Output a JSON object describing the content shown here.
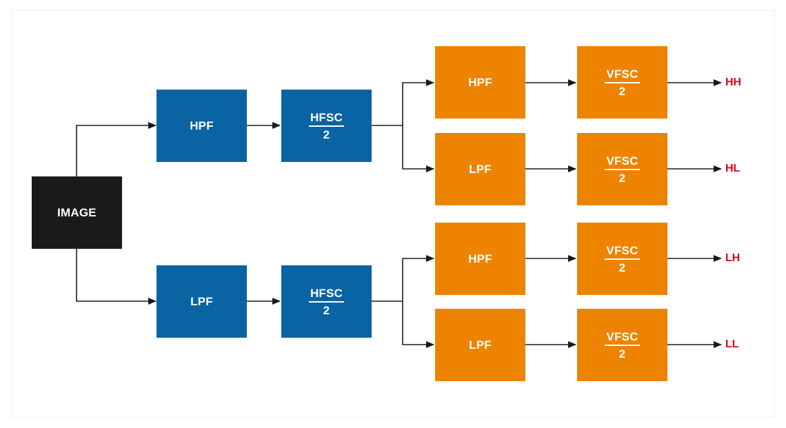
{
  "nodes": {
    "image": "IMAGE",
    "hpf_upper": "HPF",
    "lpf_lower": "LPF",
    "hfsc_upper": {
      "num": "HFSC",
      "den": "2"
    },
    "hfsc_lower": {
      "num": "HFSC",
      "den": "2"
    },
    "hpf_1": "HPF",
    "lpf_2": "LPF",
    "hpf_3": "HPF",
    "lpf_4": "LPF",
    "vfsc_1": {
      "num": "VFSC",
      "den": "2"
    },
    "vfsc_2": {
      "num": "VFSC",
      "den": "2"
    },
    "vfsc_3": {
      "num": "VFSC",
      "den": "2"
    },
    "vfsc_4": {
      "num": "VFSC",
      "den": "2"
    }
  },
  "outputs": [
    "HH",
    "HL",
    "LH",
    "LL"
  ],
  "colors": {
    "image_box": "#1a1a1a",
    "first_stage": "#0a64a4",
    "second_stage": "#ee8300",
    "output_label": "#e0001b",
    "arrow": "#1a1a1a"
  }
}
